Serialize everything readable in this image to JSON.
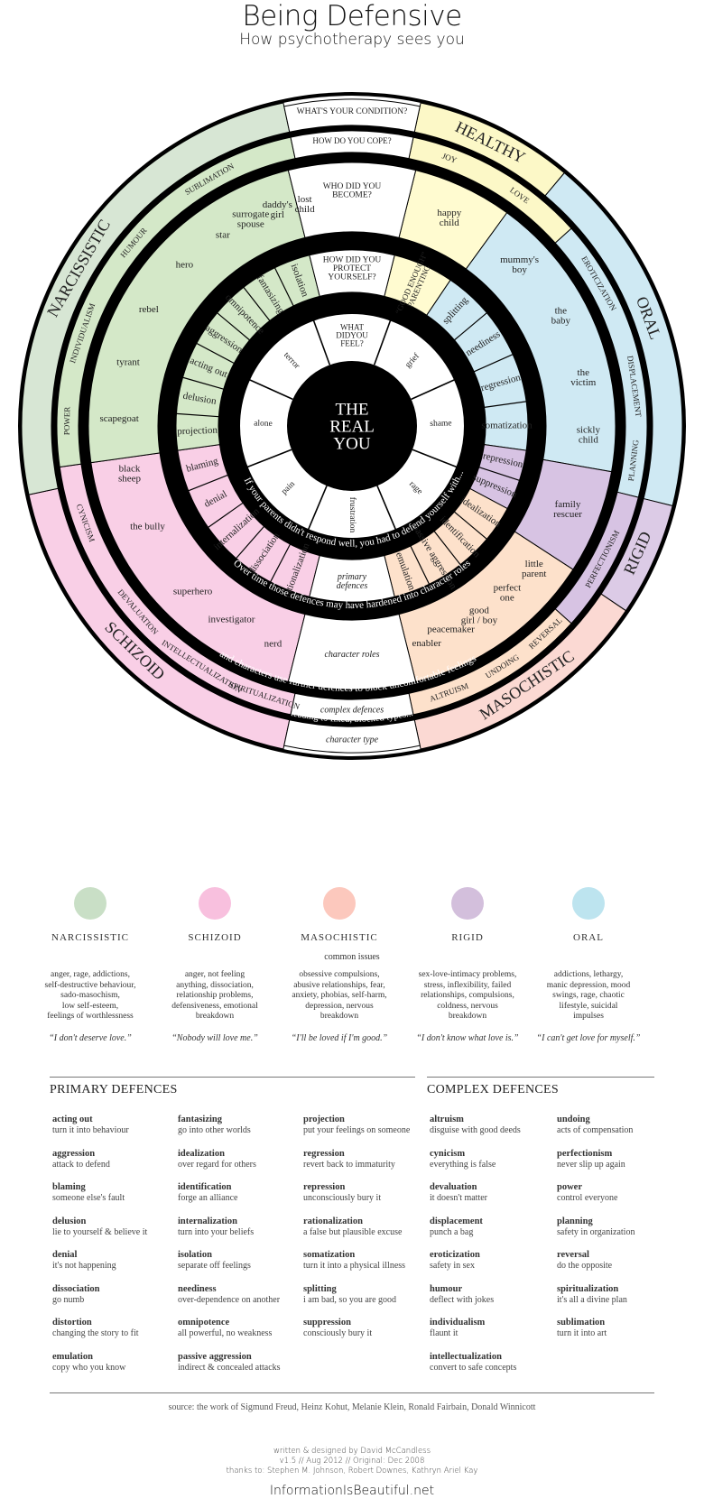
{
  "header": {
    "title": "Being Defensive",
    "subtitle": "How psychotherapy sees you"
  },
  "colors": {
    "narcissistic_outer": "#d7e6d4",
    "narcissistic": "#d4e8c8",
    "schizoid": "#f9cfe6",
    "masochistic_outer": "#fbd9d3",
    "masochistic": "#fde1cb",
    "rigid": "#dccbe6",
    "rigid_inner": "#d7c3e3",
    "oral": "#cfe9f3",
    "healthy": "#fcf8c7",
    "healthy_inner": "#fffbd0",
    "black": "#000000",
    "white": "#ffffff",
    "text": "#222222"
  },
  "wheel": {
    "questions": {
      "condition": "WHAT'S YOUR CONDITION?",
      "cope": "HOW DO YOU COPE?",
      "become": [
        "WHO DID YOU",
        "BECOME?"
      ],
      "protect": [
        "HOW DID YOU",
        "PROTECT",
        "YOURSELF?"
      ],
      "feel": [
        "WHAT",
        "DIDYOU",
        "FEEL?"
      ]
    },
    "center": [
      "THE",
      "REAL",
      "YOU"
    ],
    "feelings": [
      "grief",
      "shame",
      "rage",
      "frustration",
      "pain",
      "alone",
      "terror"
    ],
    "flow_labels": {
      "primary_defences": [
        "primary",
        "defences"
      ],
      "character_roles": "character roles",
      "complex_defences": "complex defences",
      "character_type": "character type"
    },
    "ring_captions": {
      "inner": "If your parents didn't respond well, you had to defend yourself with...",
      "middle": "Over time those defences may have hardened into character roles",
      "outer1": "and characters use further defences to block uncomfortable feelings",
      "outer2": "leading to fixed, blocked types..."
    },
    "types": [
      {
        "key": "healthy",
        "label": "HEALTHY",
        "complex": [
          "JOY",
          "LOVE"
        ],
        "roles": [
          [
            "happy",
            "child"
          ]
        ],
        "primary_label": [
          "“GOOD ENOUGH”",
          "PARENTING"
        ]
      },
      {
        "key": "oral",
        "label": "ORAL",
        "complex": [
          "EROTICIZATION",
          "DISPLACEMENT",
          "PLANNING"
        ],
        "roles": [
          [
            "mummy's",
            "boy"
          ],
          [
            "the",
            "baby"
          ],
          [
            "the",
            "victim"
          ],
          [
            "sickly",
            "child"
          ]
        ],
        "primary": [
          "splitting",
          "neediness",
          "regression",
          "somatization"
        ]
      },
      {
        "key": "rigid",
        "label": "RIGID",
        "complex": [
          "PERFECTIONISM"
        ],
        "roles": [
          [
            "family",
            "rescuer"
          ]
        ],
        "primary": [
          "repression",
          "suppression"
        ]
      },
      {
        "key": "masochistic",
        "label": "MASOCHISTIC",
        "complex": [
          "REVERSAL",
          "UNDOING",
          "ALTRUISM"
        ],
        "roles": [
          [
            "little",
            "parent"
          ],
          [
            "perfect",
            "one"
          ],
          [
            "good",
            "girl / boy"
          ],
          [
            "peacemaker"
          ],
          [
            "enabler"
          ]
        ],
        "primary": [
          "idealization",
          "identification",
          "passive aggression",
          "emulation"
        ]
      },
      {
        "key": "schizoid",
        "label": "SCHIZOID",
        "complex": [
          "SPIRITUALIZATION",
          "INTELLECTUALIZATION",
          "DEVALUATION",
          "CYNICISM"
        ],
        "roles": [
          [
            "nerd"
          ],
          [
            "investigator"
          ],
          [
            "superhero"
          ],
          [
            "the bully"
          ]
        ],
        "primary": [
          "rationalization",
          "dissociation",
          "internalization",
          "denial",
          "blaming"
        ]
      },
      {
        "key": "narcissistic",
        "label": "NARCISSISTIC",
        "complex": [
          "POWER",
          "INDIVIDUALISM",
          "HUMOUR",
          "SUBLIMATION"
        ],
        "roles": [
          [
            "black",
            "sheep"
          ],
          [
            "scapegoat"
          ],
          [
            "tyrant"
          ],
          [
            "rebel"
          ],
          [
            "hero"
          ],
          [
            "star"
          ],
          [
            "surrogate",
            "spouse"
          ],
          [
            "daddy's",
            "girl"
          ],
          [
            "lost",
            "child"
          ]
        ],
        "primary": [
          "projection",
          "delusion",
          "acting out",
          "aggression",
          "omnipotence",
          "fantasizing",
          "isolation"
        ]
      }
    ]
  },
  "legend": {
    "common_issues_label": "common issues",
    "items": [
      {
        "name": "NARCISSISTIC",
        "color": "#c9dfc6",
        "issues": [
          "anger, rage,  addictions,",
          "self-destructive behaviour,",
          "sado-masochism,",
          "low self-esteem,",
          "feelings of worthlessness"
        ],
        "quote": "“I don't deserve love.”"
      },
      {
        "name": "SCHIZOID",
        "color": "#f8c0de",
        "issues": [
          "anger, not feeling",
          "anything, dissociation,",
          "relationship problems,",
          "defensiveness, emotional",
          "breakdown"
        ],
        "quote": "“Nobody will love me.”"
      },
      {
        "name": "MASOCHISTIC",
        "color": "#fcc8bd",
        "issues": [
          "obsessive compulsions,",
          "abusive relationships, fear,",
          "anxiety, phobias, self-harm,",
          "depression, nervous",
          "breakdown"
        ],
        "quote": "“I'll be loved if I'm good.”"
      },
      {
        "name": "RIGID",
        "color": "#d3bfdc",
        "issues": [
          "sex-love-intimacy problems,",
          "stress, inflexibility, failed",
          "relationships, compulsions,",
          "coldness, nervous",
          "breakdown"
        ],
        "quote": "“I don't know what love is.”"
      },
      {
        "name": "ORAL",
        "color": "#bde4ef",
        "issues": [
          "addictions, lethargy,",
          "manic depression, mood",
          "swings, rage, chaotic",
          "lifestyle, suicidal",
          "impulses"
        ],
        "quote": "“I can't get love for myself.”"
      }
    ]
  },
  "primary_defences": {
    "title": "PRIMARY DEFENCES",
    "columns": [
      [
        {
          "name": "acting out",
          "desc": "turn it into behaviour"
        },
        {
          "name": "aggression",
          "desc": "attack to defend"
        },
        {
          "name": "blaming",
          "desc": "someone else's fault"
        },
        {
          "name": "delusion",
          "desc": "lie to yourself & believe it"
        },
        {
          "name": "denial",
          "desc": "it's not happening"
        },
        {
          "name": "dissociation",
          "desc": "go numb"
        },
        {
          "name": "distortion",
          "desc": "changing the story to fit"
        },
        {
          "name": "emulation",
          "desc": "copy who you know"
        }
      ],
      [
        {
          "name": "fantasizing",
          "desc": "go into other worlds"
        },
        {
          "name": "idealization",
          "desc": "over regard for others"
        },
        {
          "name": "identification",
          "desc": "forge an alliance"
        },
        {
          "name": "internalization",
          "desc": "turn into your beliefs"
        },
        {
          "name": "isolation",
          "desc": "separate off feelings"
        },
        {
          "name": "neediness",
          "desc": "over-dependence on another"
        },
        {
          "name": "omnipotence",
          "desc": "all powerful, no weakness"
        },
        {
          "name": "passive aggression",
          "desc": "indirect & concealed attacks"
        }
      ],
      [
        {
          "name": "projection",
          "desc": "put your feelings on someone"
        },
        {
          "name": "regression",
          "desc": "revert back to immaturity"
        },
        {
          "name": "repression",
          "desc": "unconsciously bury it"
        },
        {
          "name": "rationalization",
          "desc": "a false but plausible excuse"
        },
        {
          "name": "somatization",
          "desc": "turn it into a physical illness"
        },
        {
          "name": "splitting",
          "desc": "i am bad, so you are good"
        },
        {
          "name": "suppression",
          "desc": "consciously bury it"
        }
      ]
    ]
  },
  "complex_defences": {
    "title": "COMPLEX DEFENCES",
    "columns": [
      [
        {
          "name": "altruism",
          "desc": "disguise with good deeds"
        },
        {
          "name": "cynicism",
          "desc": "everything is false"
        },
        {
          "name": "devaluation",
          "desc": "it doesn't matter"
        },
        {
          "name": "displacement",
          "desc": "punch a bag"
        },
        {
          "name": "eroticization",
          "desc": "safety in sex"
        },
        {
          "name": "humour",
          "desc": "deflect with jokes"
        },
        {
          "name": "individualism",
          "desc": "flaunt it"
        },
        {
          "name": "intellectualization",
          "desc": "convert to safe concepts"
        }
      ],
      [
        {
          "name": "undoing",
          "desc": "acts of compensation"
        },
        {
          "name": "perfectionism",
          "desc": "never slip up again"
        },
        {
          "name": "power",
          "desc": "control everyone"
        },
        {
          "name": "planning",
          "desc": "safety in organization"
        },
        {
          "name": "reversal",
          "desc": "do the opposite"
        },
        {
          "name": "spiritualization",
          "desc": "it's all a divine plan"
        },
        {
          "name": "sublimation",
          "desc": "turn it into art"
        }
      ]
    ]
  },
  "footer": {
    "source": "source: the work of Sigmund Freud, Heinz Kohut, Melanie Klein, Ronald Fairbain, Donald Winnicott",
    "credits": [
      "written & designed by David McCandless",
      "v1.5 // Aug 2012 // Original: Dec 2008",
      "thanks to: Stephen M. Johnson, Robert Downes, Kathryn Ariel Kay"
    ],
    "site": "InformationIsBeautiful.net"
  }
}
